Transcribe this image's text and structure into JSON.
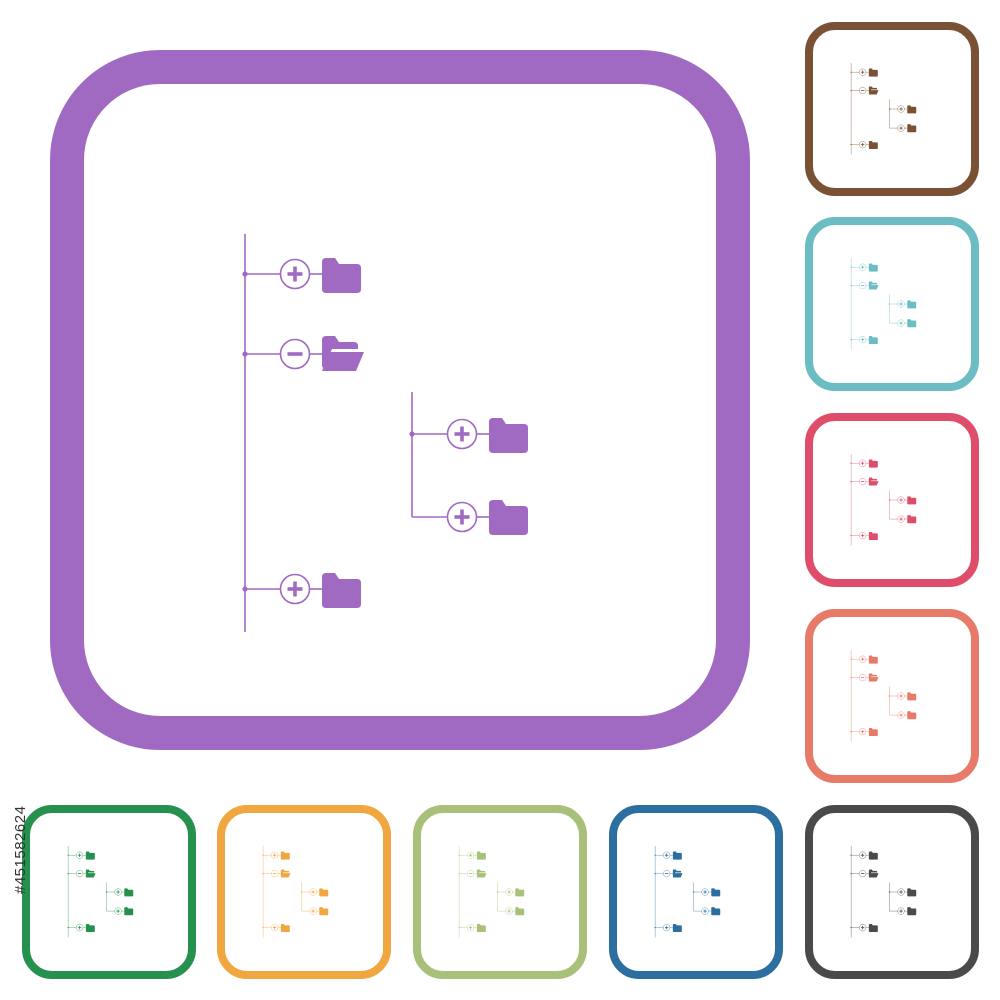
{
  "icon": {
    "name": "tree-view-icon",
    "main_color": "#a06ac2"
  },
  "variants": [
    {
      "name": "brown",
      "color": "#7b5135"
    },
    {
      "name": "light-blue",
      "color": "#6cbcc4"
    },
    {
      "name": "red",
      "color": "#de4e6b"
    },
    {
      "name": "salmon",
      "color": "#e77a68"
    },
    {
      "name": "green",
      "color": "#26904e"
    },
    {
      "name": "orange",
      "color": "#f0a740"
    },
    {
      "name": "olive",
      "color": "#a9c07a"
    },
    {
      "name": "blue",
      "color": "#2b6e9f"
    },
    {
      "name": "dark-gray",
      "color": "#4a4a4a"
    }
  ],
  "watermark": {
    "stock_id": "#451582624"
  }
}
